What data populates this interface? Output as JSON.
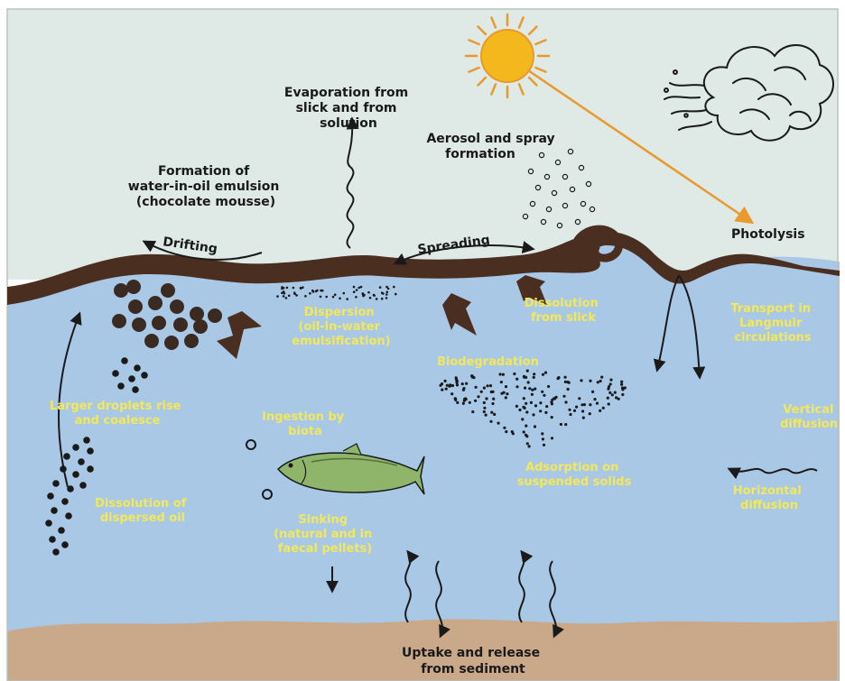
{
  "colors": {
    "sky": "#dfe9e6",
    "water": "#a9c8e6",
    "sediment": "#c9a98a",
    "oil": "#4a2e1f",
    "label_dark": "#1a1a1a",
    "label_yellow": "#f2e85a",
    "sun": "#f5b81c",
    "sun_ray": "#e89a2c",
    "fish": "#8fb56a"
  },
  "labels": {
    "evaporation": [
      "Evaporation from",
      "slick and from",
      "solution"
    ],
    "aerosol": [
      "Aerosol and spray",
      "formation"
    ],
    "emulsion": [
      "Formation of",
      "water-in-oil emulsion",
      "(chocolate mousse)"
    ],
    "drifting": "Drifting",
    "spreading": "Spreading",
    "photolysis": "Photolysis",
    "dispersion": [
      "Dispersion",
      "(oil-in-water",
      "emulsification)"
    ],
    "dissolution_slick": [
      "Dissolution",
      "from slick"
    ],
    "langmuir": [
      "Transport in",
      "Langmuir",
      "circulations"
    ],
    "biodegradation": "Biodegradation",
    "larger_droplets": [
      "Larger droplets rise",
      "and coalesce"
    ],
    "ingestion": [
      "Ingestion by",
      "biota"
    ],
    "vertical": [
      "Vertical",
      "diffusion"
    ],
    "adsorption": [
      "Adsorption on",
      "suspended solids"
    ],
    "horizontal": [
      "Horizontal",
      "diffusion"
    ],
    "dissolution_dispersed": [
      "Dissolution of",
      "dispersed oil"
    ],
    "sinking": [
      "Sinking",
      "(natural and in",
      "faecal pellets)"
    ],
    "uptake": [
      "Uptake and release",
      "from sediment"
    ]
  },
  "icons": [
    "sun-icon",
    "cloud-icon",
    "fish-icon"
  ]
}
